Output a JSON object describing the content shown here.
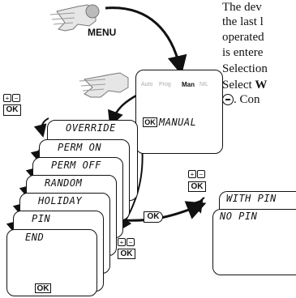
{
  "paragraph": {
    "line1": "The dev",
    "line2": "the last l",
    "line3": "operated",
    "line4": "is entere",
    "line5": "Selection",
    "line6_prefix": "Select ",
    "line6_bold": "W",
    "line7": ". Con"
  },
  "menu_button": {
    "label": "MENU"
  },
  "mode_bar": {
    "items": [
      "Auto",
      "Prog",
      "Man",
      "NIL"
    ]
  },
  "manual_screen": {
    "ok_label": "OK",
    "mode_text": "MANUAL"
  },
  "nav_left": {
    "plus": "+",
    "minus": "−",
    "ok": "OK"
  },
  "menu_screens": [
    {
      "label": "OVERRIDE"
    },
    {
      "label": "PERM ON"
    },
    {
      "label": "PERM OFF"
    },
    {
      "label": "RANDOM"
    },
    {
      "label": "HOLIDAY"
    },
    {
      "label": "PIN"
    },
    {
      "label": "END"
    }
  ],
  "end_ok_label": "OK",
  "pin_ok_label": "OK",
  "nav_mid": {
    "plus": "+",
    "minus": "−",
    "ok": "OK"
  },
  "nav_right": {
    "plus": "+",
    "minus": "−",
    "ok": "OK"
  },
  "pin_screens": [
    {
      "label": "WITH PIN"
    },
    {
      "label": "NO PIN"
    }
  ],
  "minus_button_label": "−"
}
